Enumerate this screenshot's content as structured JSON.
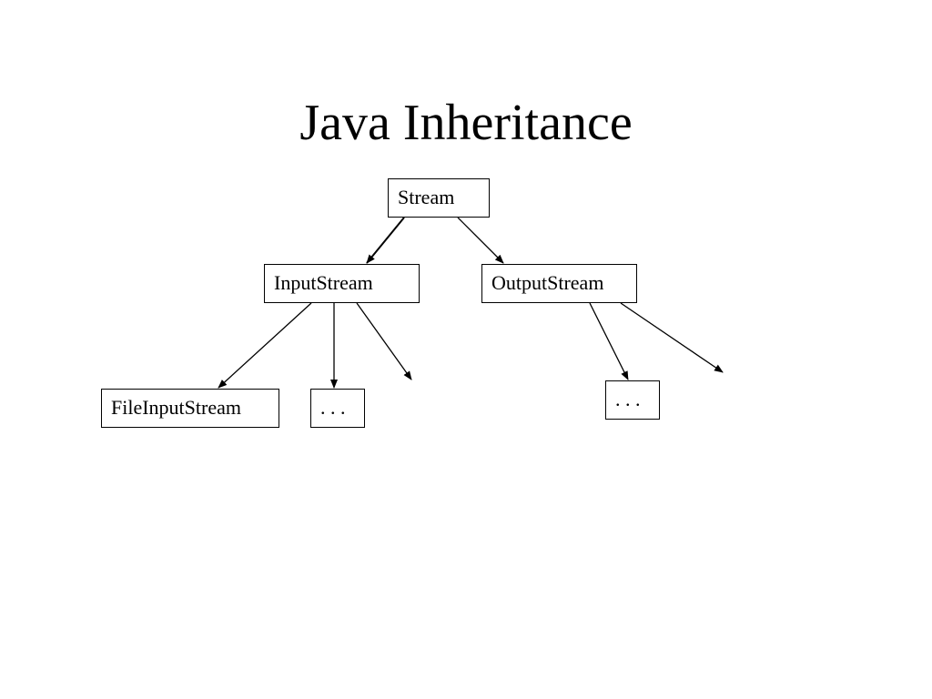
{
  "title": "Java Inheritance",
  "nodes": {
    "stream": "Stream",
    "input_stream": "InputStream",
    "output_stream": "OutputStream",
    "file_input_stream": "FileInputStream",
    "input_more": ". . .",
    "output_more": ". . ."
  },
  "edges": [
    {
      "from": "stream",
      "to": "input_stream"
    },
    {
      "from": "stream",
      "to": "output_stream"
    },
    {
      "from": "input_stream",
      "to": "file_input_stream"
    },
    {
      "from": "input_stream",
      "to": "input_more"
    },
    {
      "from": "input_stream",
      "to": "unlabeled"
    },
    {
      "from": "output_stream",
      "to": "output_more"
    },
    {
      "from": "output_stream",
      "to": "unlabeled"
    }
  ]
}
